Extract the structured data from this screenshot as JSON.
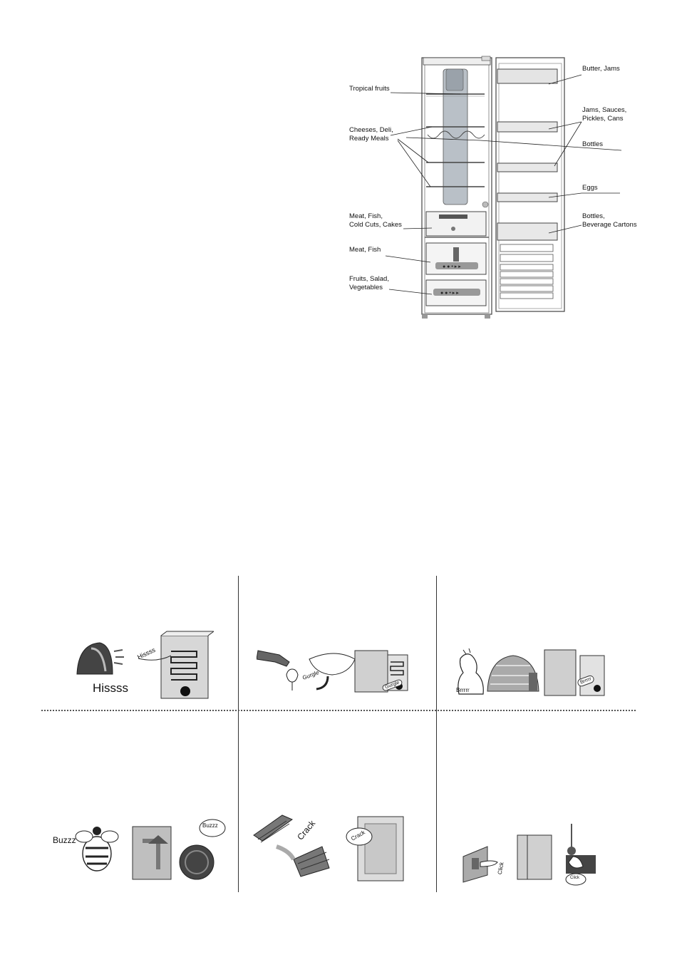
{
  "fridge_labels": {
    "tropical_fruits": "Tropical fruits",
    "cheeses": "Cheeses, Deli,\nReady Meals",
    "meat_fish_cold": "Meat, Fish,\nCold Cuts, Cakes",
    "meat_fish": "Meat, Fish",
    "fruits_veg": "Fruits, Salad,\nVegetables",
    "butter_jams": "Butter, Jams",
    "jams_sauces": "Jams, Sauces,\nPickles, Cans",
    "bottles": "Bottles",
    "eggs": "Eggs",
    "bottles_cartons": "Bottles,\nBeverage Cartons"
  },
  "sounds": {
    "hiss_big": "Hissss",
    "hiss_small": "Hissss",
    "gurgle1": "Gurgle",
    "gurgle2": "Gurgle",
    "brrr1": "Brrrrr",
    "brrr2": "Brrrrr",
    "buzz1": "Buzzz",
    "buzz2": "Buzzz",
    "crack1": "Crack",
    "crack2": "Crack",
    "click1": "Click",
    "click2": "Click"
  }
}
